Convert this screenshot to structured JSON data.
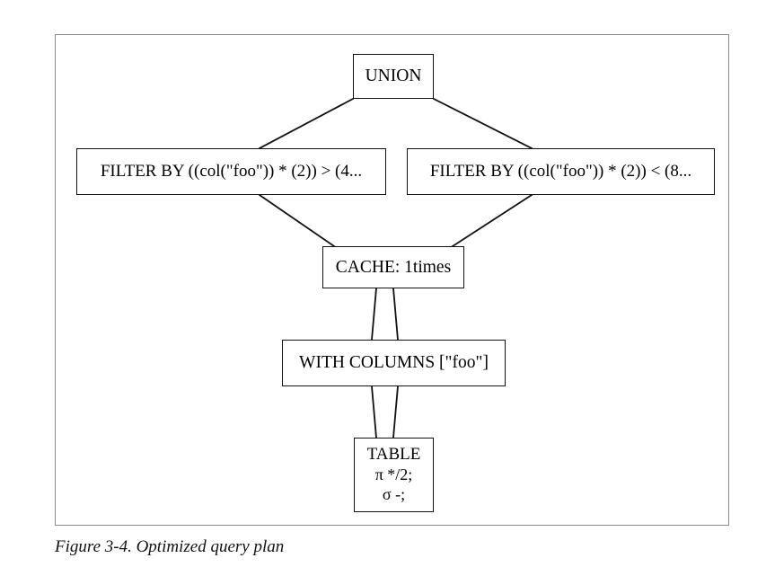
{
  "figure": {
    "caption": "Figure 3-4. Optimized query plan",
    "frame_border_color": "#8a8a8a",
    "node_border_color": "#111111",
    "background_color": "#ffffff"
  },
  "diagram": {
    "type": "query-plan-tree",
    "nodes": [
      {
        "id": "union",
        "label": "UNION"
      },
      {
        "id": "filter_left",
        "label": "FILTER BY ((col(\"foo\")) * (2)) > (4..."
      },
      {
        "id": "filter_right",
        "label": "FILTER BY ((col(\"foo\")) * (2)) < (8..."
      },
      {
        "id": "cache",
        "label": "CACHE: 1times"
      },
      {
        "id": "with_columns",
        "label": "WITH COLUMNS [\"foo\"]"
      },
      {
        "id": "table",
        "label": "TABLE",
        "line2": "π */2;",
        "line3": "σ -;"
      }
    ],
    "edges": [
      {
        "from": "union",
        "to": "filter_left",
        "style": "single"
      },
      {
        "from": "union",
        "to": "filter_right",
        "style": "single"
      },
      {
        "from": "filter_left",
        "to": "cache",
        "style": "single"
      },
      {
        "from": "filter_right",
        "to": "cache",
        "style": "single"
      },
      {
        "from": "cache",
        "to": "with_columns",
        "style": "double"
      },
      {
        "from": "with_columns",
        "to": "table",
        "style": "double"
      }
    ]
  }
}
